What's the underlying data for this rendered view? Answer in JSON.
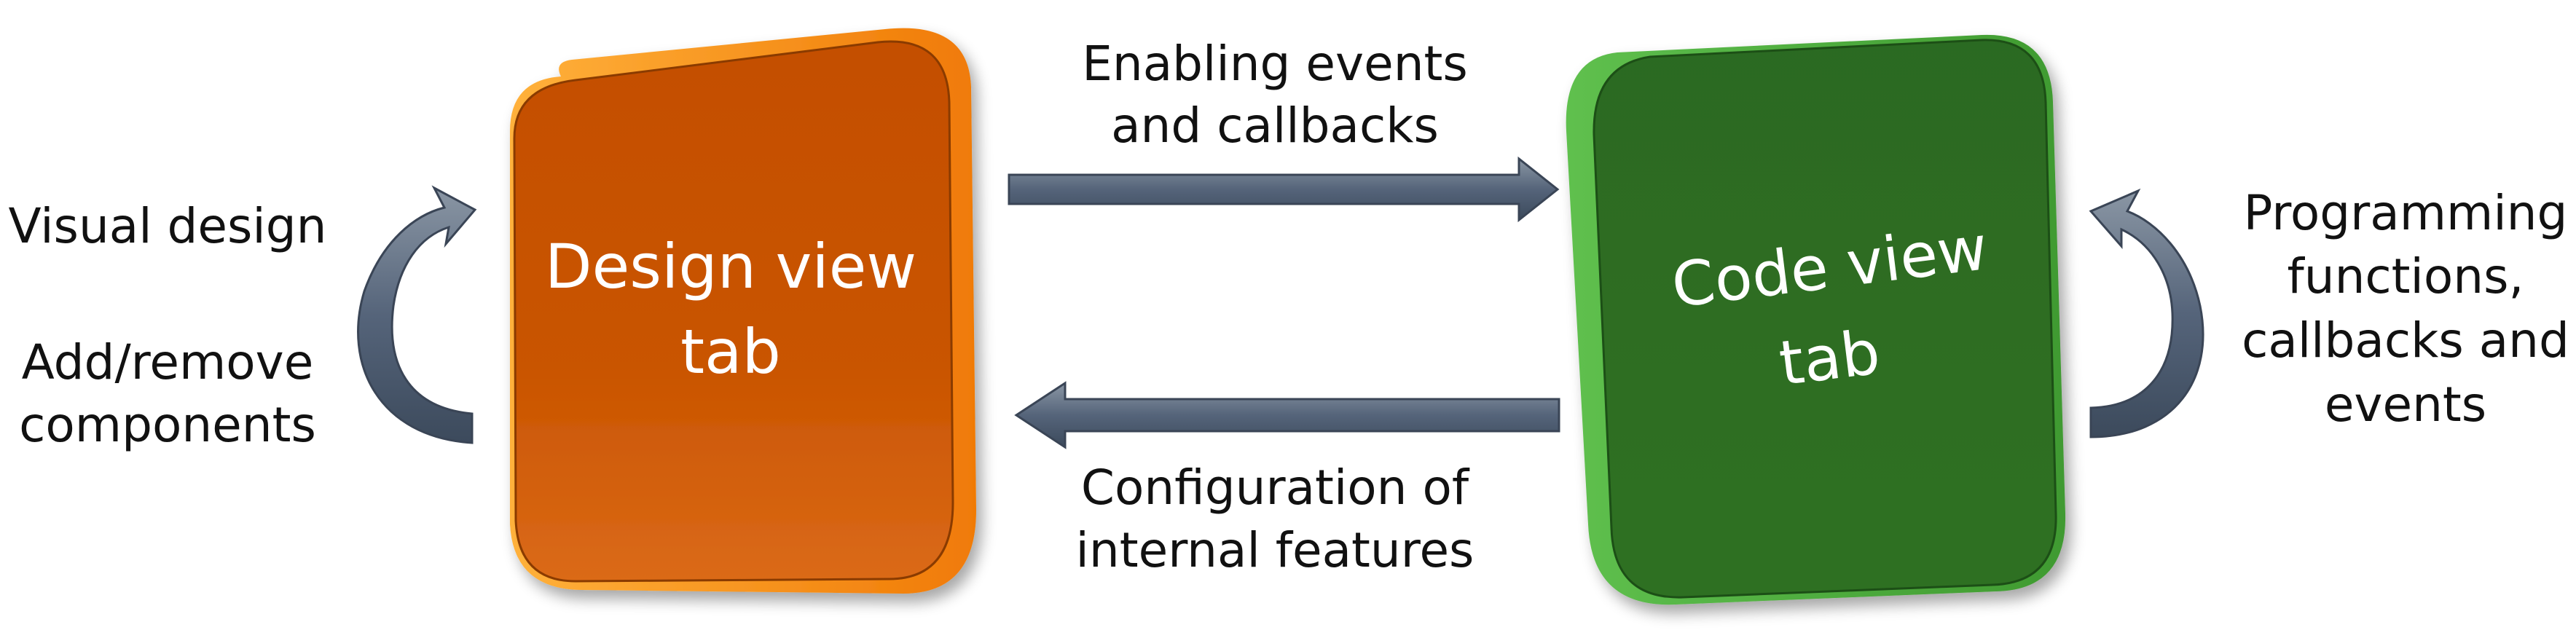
{
  "design_block": {
    "line1": "Design view",
    "line2": "tab",
    "color": "#c85202"
  },
  "code_block": {
    "line1": "Code view",
    "line2": "tab",
    "color": "#2d6e22"
  },
  "arrow_top_label": {
    "line1": "Enabling events",
    "line2": "and callbacks"
  },
  "arrow_bottom_label": {
    "line1": "Configuration of",
    "line2": "internal features"
  },
  "left_labels": {
    "top": "Visual design",
    "bottom_line1": "Add/remove",
    "bottom_line2": "components"
  },
  "right_labels": {
    "line1": "Programming",
    "line2": "functions,",
    "line3": "callbacks and",
    "line4": "events"
  },
  "arrow_color": "#5b6a7b"
}
